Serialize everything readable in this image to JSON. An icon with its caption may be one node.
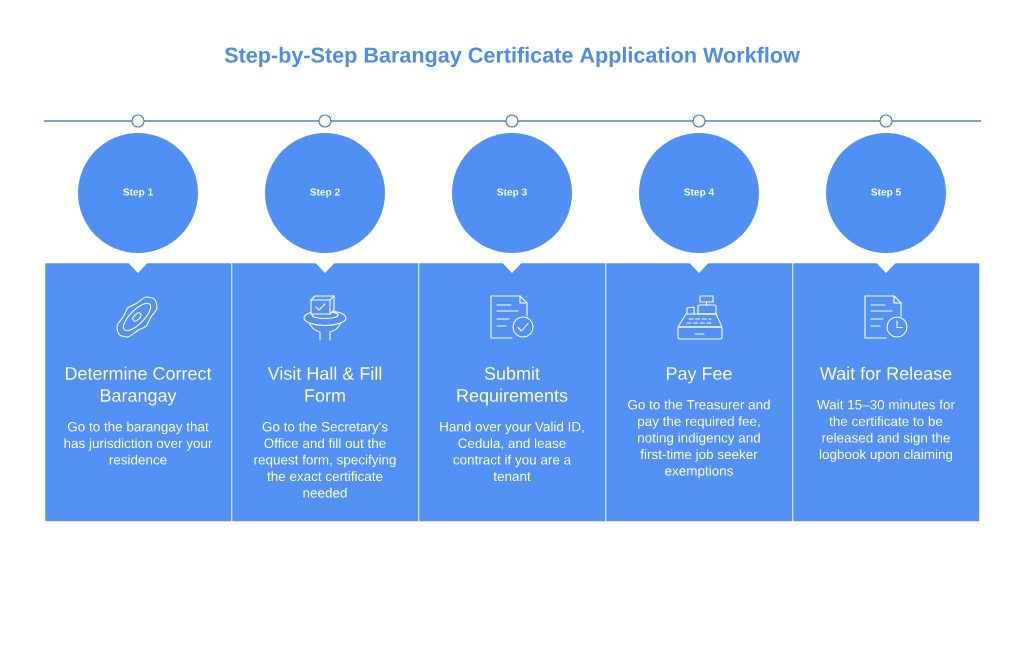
{
  "diagram": {
    "title": "Step-by-Step Barangay Certificate Application Workflow",
    "nodes": [
      {
        "text": [
          "Step 1"
        ]
      },
      {
        "text": [
          "Step 2"
        ]
      },
      {
        "text": [
          "Step 3"
        ]
      },
      {
        "text": [
          "Step 4"
        ]
      },
      {
        "text": [
          "Step 5"
        ]
      },
      {
        "text": [
          "Determine Correct Barangay",
          "Go to the barangay that has jurisdiction over your residence"
        ]
      },
      {
        "text": [
          "Visit Hall & Fill Form",
          "Go to the Secretary's Office and fill out the request form, specifying the exact certificate needed"
        ]
      },
      {
        "text": [
          "Submit Requirements",
          "Hand over your Valid ID, Cedula, and lease contract if you are a tenant"
        ]
      },
      {
        "text": [
          "Pay Fee",
          "Go to the Treasurer and pay the required fee, noting indigency and first-time job seeker exemptions"
        ]
      },
      {
        "text": [
          "Wait for Release",
          "Wait 15–30 minutes for the certificate to be released and sign the logbook upon claiming"
        ]
      }
    ]
  }
}
